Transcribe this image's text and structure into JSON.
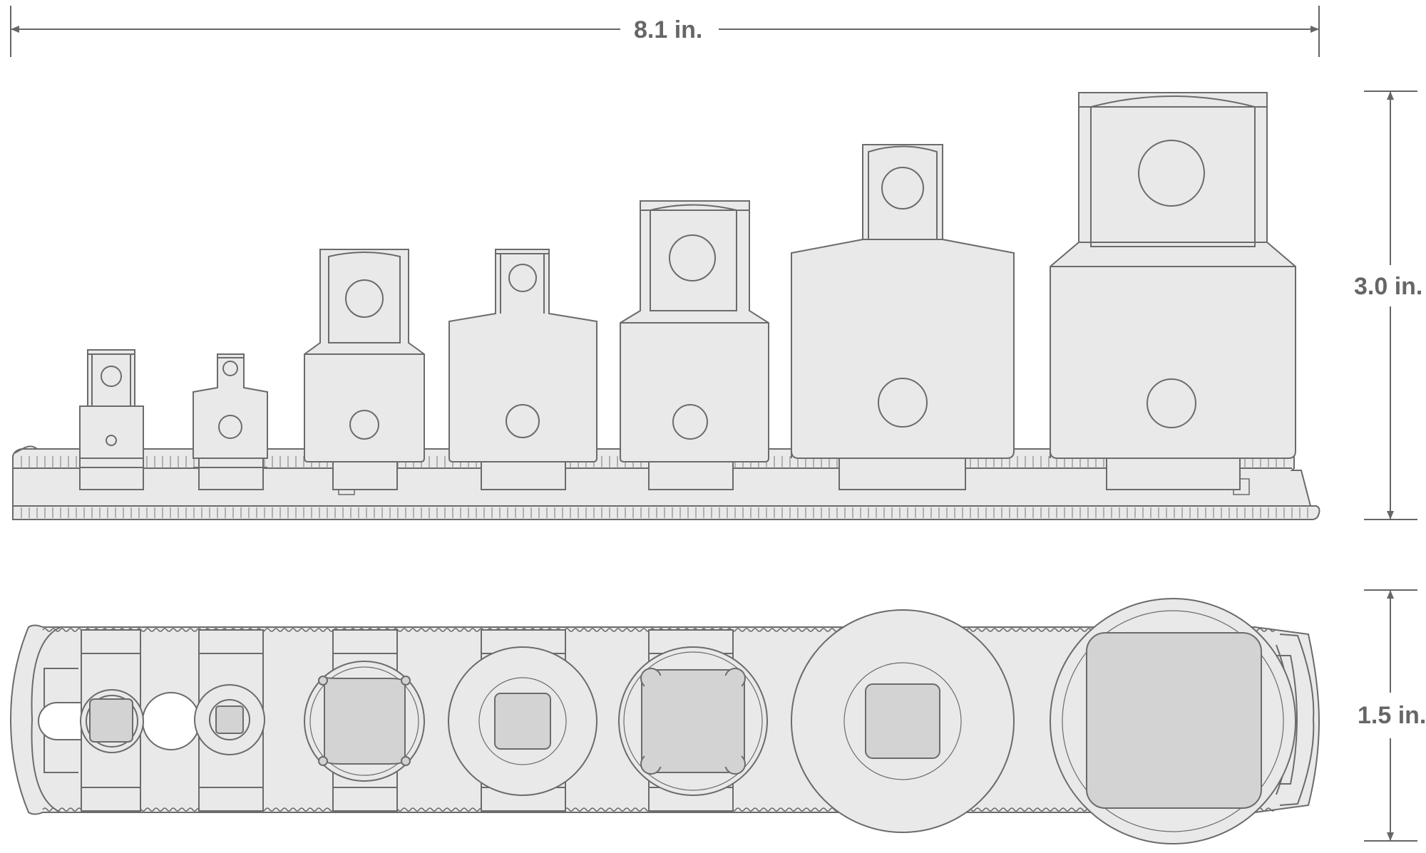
{
  "dimensions": {
    "width_label": "8.1 in.",
    "height_label": "3.0 in.",
    "depth_label": "1.5 in."
  },
  "colors": {
    "line": "#6b6b6b",
    "fill": "#e9e9e9",
    "fill_dark": "#d3d3d3",
    "dim": "#666666"
  },
  "adapters_count": 7
}
